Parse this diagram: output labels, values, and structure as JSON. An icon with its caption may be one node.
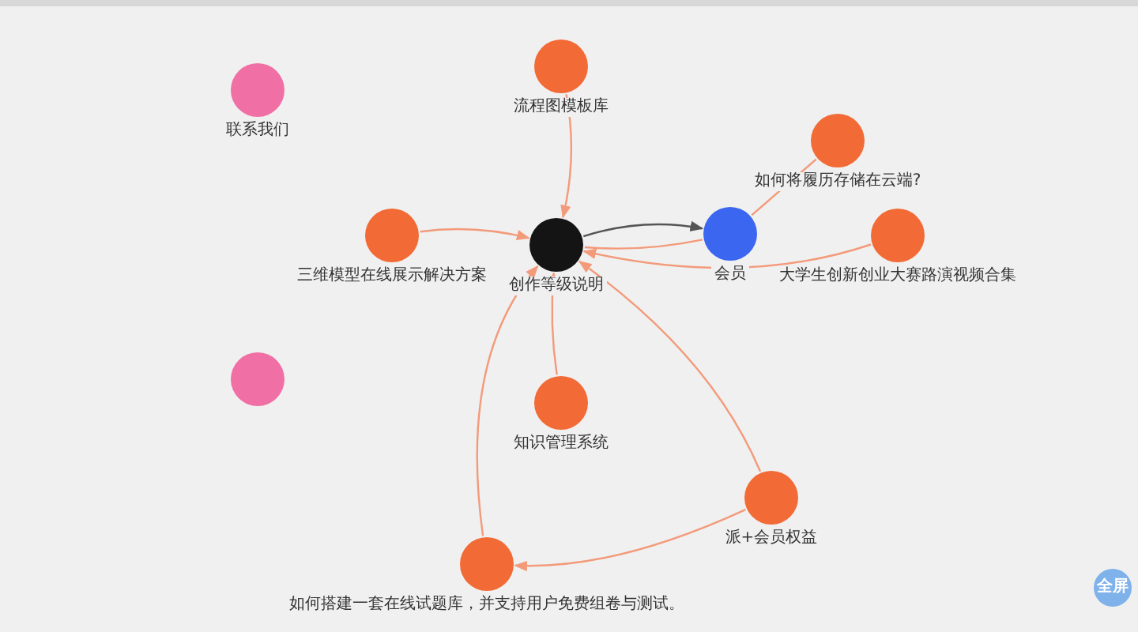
{
  "diagram": {
    "nodes": [
      {
        "text": [
          "联系我们"
        ]
      },
      {
        "text": [
          "流程图模板库"
        ]
      },
      {
        "text": [
          "如何将履历存储在云端?"
        ]
      },
      {
        "text": [
          "三维模型在线展示解决方案"
        ]
      },
      {
        "text": [
          "创作等级说明"
        ]
      },
      {
        "text": [
          "会员"
        ]
      },
      {
        "text": [
          "大学生创新创业大赛路演视频合集"
        ]
      },
      {
        "text": [],
        "shape": "circle"
      },
      {
        "text": [
          "知识管理系统"
        ]
      },
      {
        "text": [
          "派+会员权益"
        ]
      },
      {
        "text": [
          "如何搭建一套在线试题库，并支持用户免费组卷与测试。"
        ]
      }
    ],
    "edges": [
      {
        "from": 1,
        "to": 4,
        "arrow": "to"
      },
      {
        "from": 3,
        "to": 4,
        "arrow": "to"
      },
      {
        "from": 4,
        "to": 5,
        "arrow": "to",
        "color": "#555555"
      },
      {
        "from": 4,
        "to": 5,
        "arrow": "none"
      },
      {
        "from": 5,
        "to": 2,
        "arrow": "none"
      },
      {
        "from": 6,
        "to": 4,
        "arrow": "to"
      },
      {
        "from": 8,
        "to": 4,
        "arrow": "to"
      },
      {
        "from": 10,
        "to": 4,
        "arrow": "to"
      },
      {
        "from": 9,
        "to": 4,
        "arrow": "to"
      },
      {
        "from": 9,
        "to": 10,
        "arrow": "to"
      }
    ],
    "labels": [
      "全屏"
    ]
  }
}
